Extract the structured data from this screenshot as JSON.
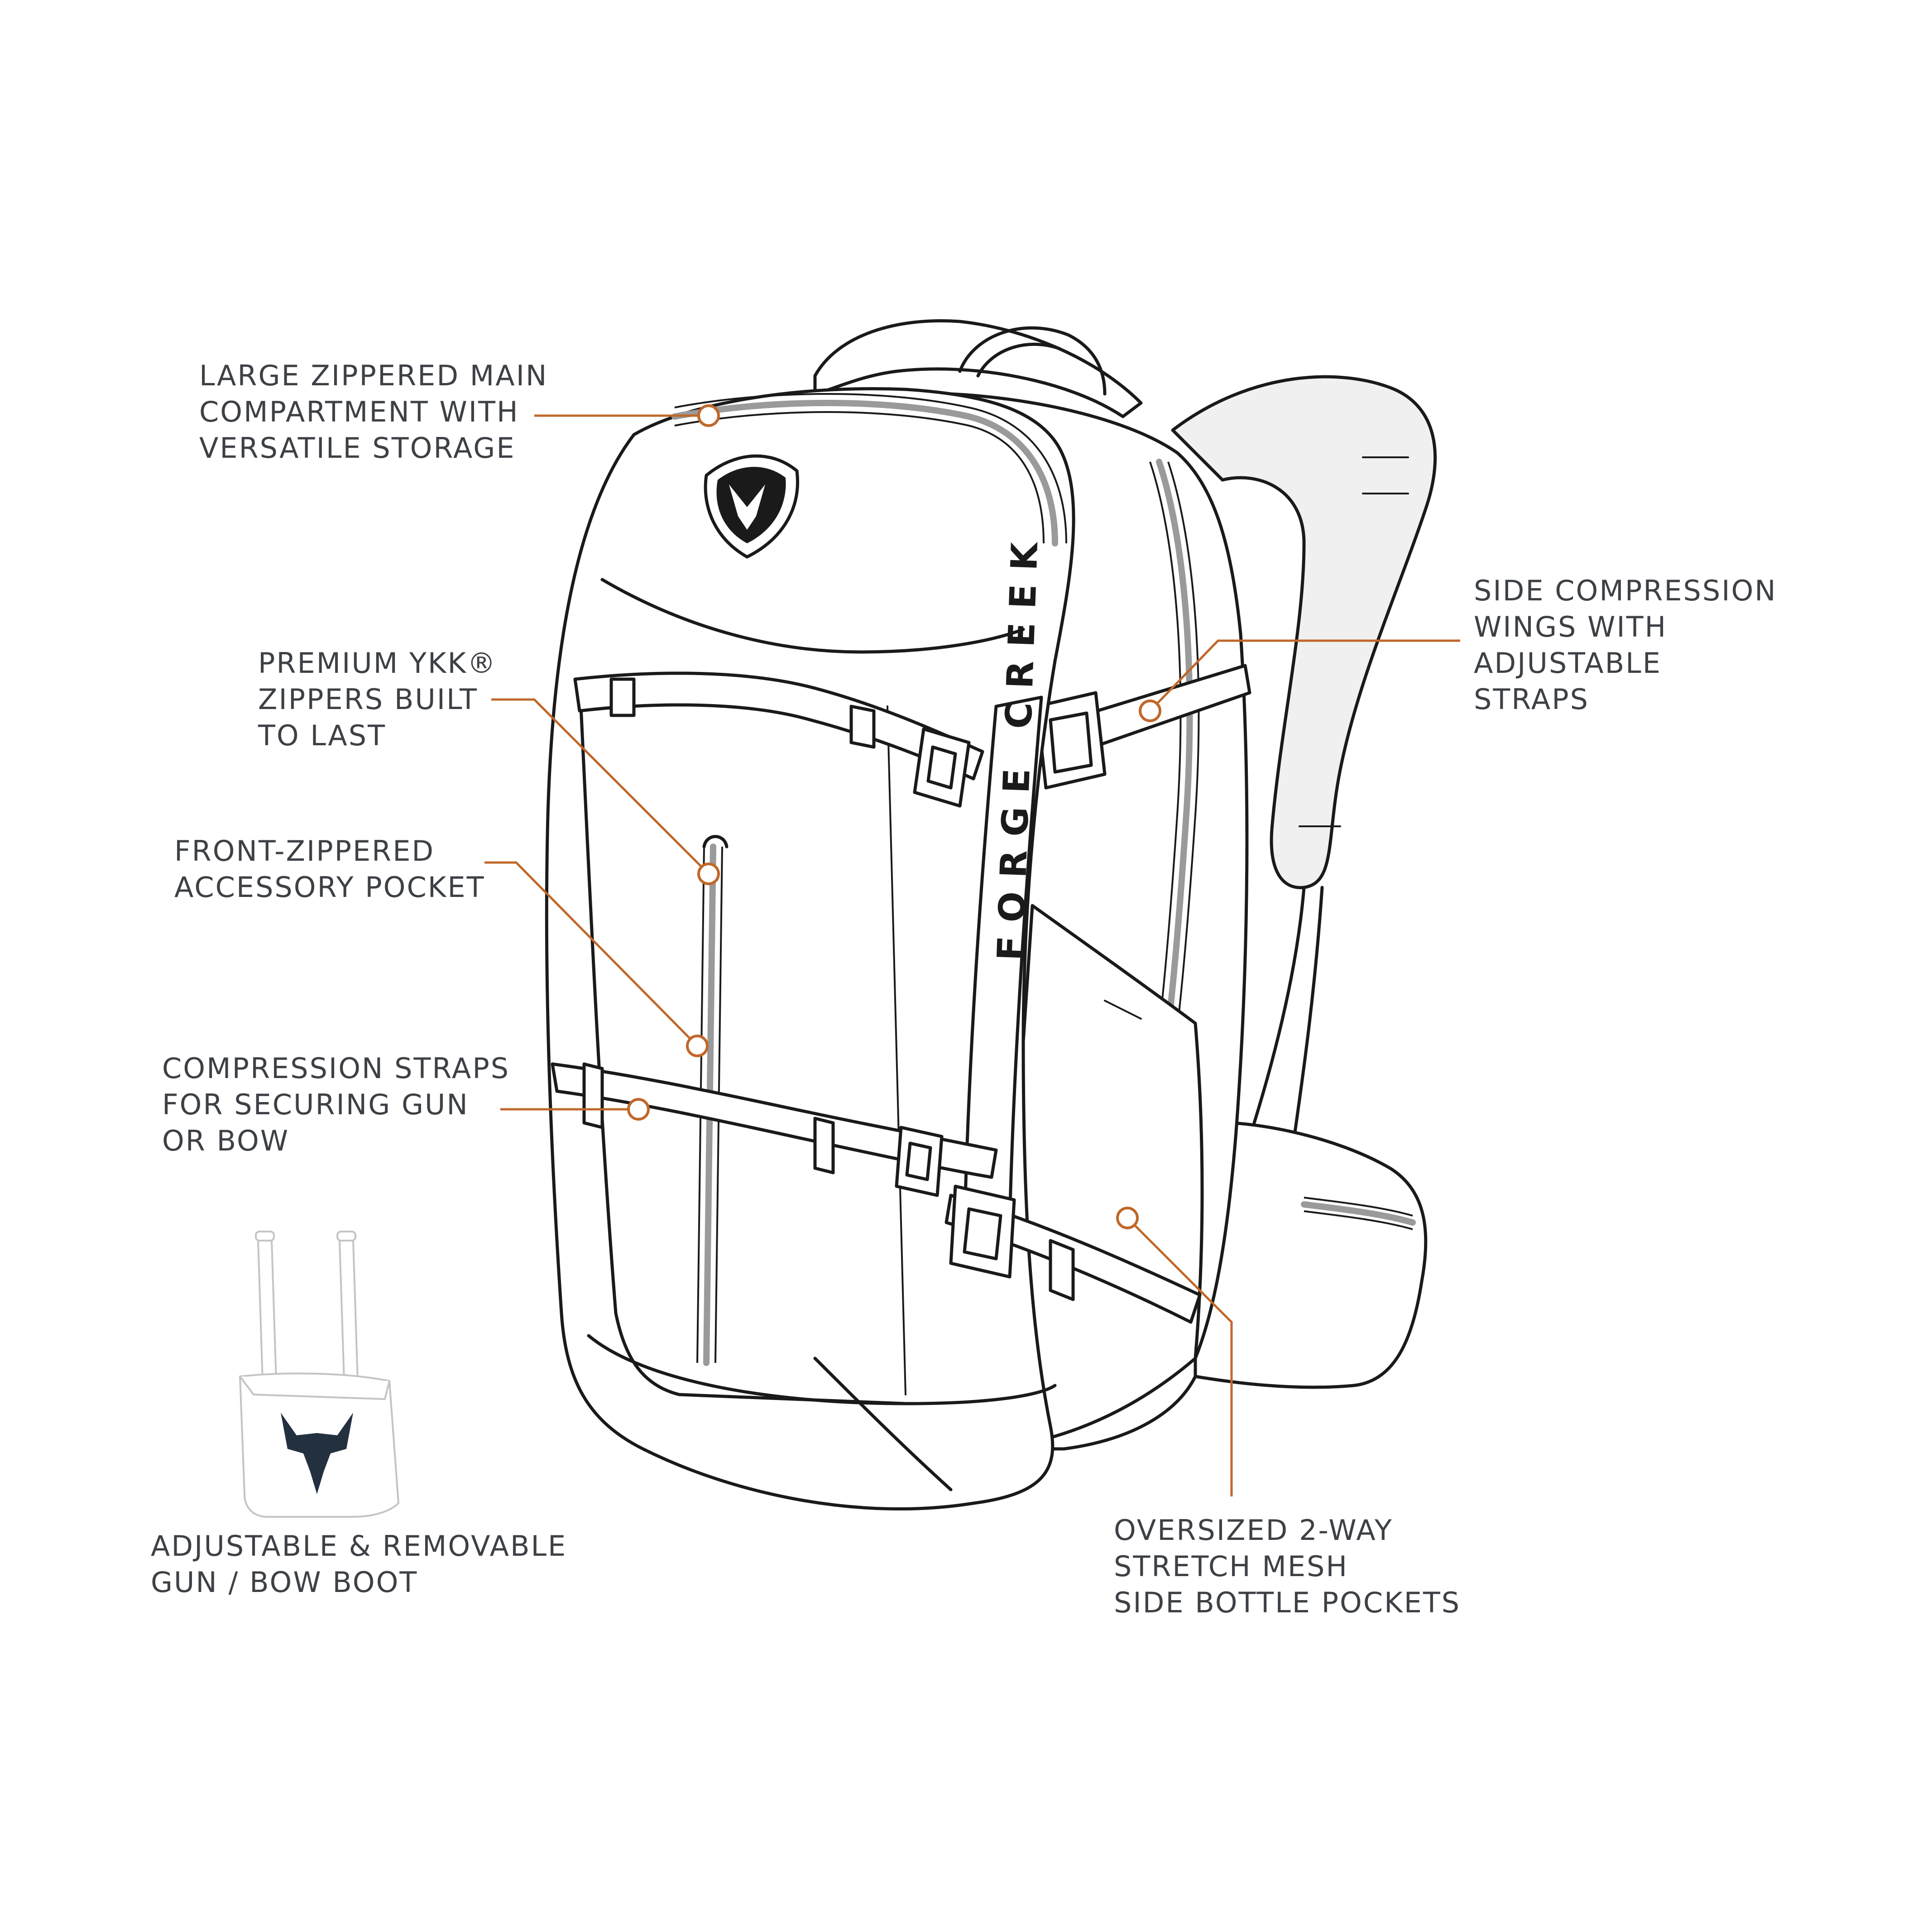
{
  "accent_color": "#c0672a",
  "logo_color": "#23303f",
  "brand_text": "FORGE CREEK",
  "callouts": [
    {
      "id": "main-compartment",
      "lines": [
        "LARGE ZIPPERED MAIN",
        "COMPARTMENT WITH",
        "VERSATILE STORAGE"
      ]
    },
    {
      "id": "ykk-zippers",
      "lines": [
        "PREMIUM YKK®",
        "ZIPPERS BUILT",
        "TO LAST"
      ]
    },
    {
      "id": "accessory-pocket",
      "lines": [
        "FRONT-ZIPPERED",
        "ACCESSORY POCKET"
      ]
    },
    {
      "id": "compression-straps",
      "lines": [
        "COMPRESSION STRAPS",
        "FOR SECURING GUN",
        "OR BOW"
      ]
    },
    {
      "id": "gun-bow-boot",
      "lines": [
        "ADJUSTABLE & REMOVABLE",
        "GUN / BOW BOOT"
      ]
    },
    {
      "id": "side-compression-wings",
      "lines": [
        "SIDE COMPRESSION",
        "WINGS WITH",
        "ADJUSTABLE",
        "STRAPS"
      ]
    },
    {
      "id": "bottle-pockets",
      "lines": [
        "OVERSIZED 2-WAY",
        "STRETCH MESH",
        "SIDE BOTTLE POCKETS"
      ]
    }
  ]
}
